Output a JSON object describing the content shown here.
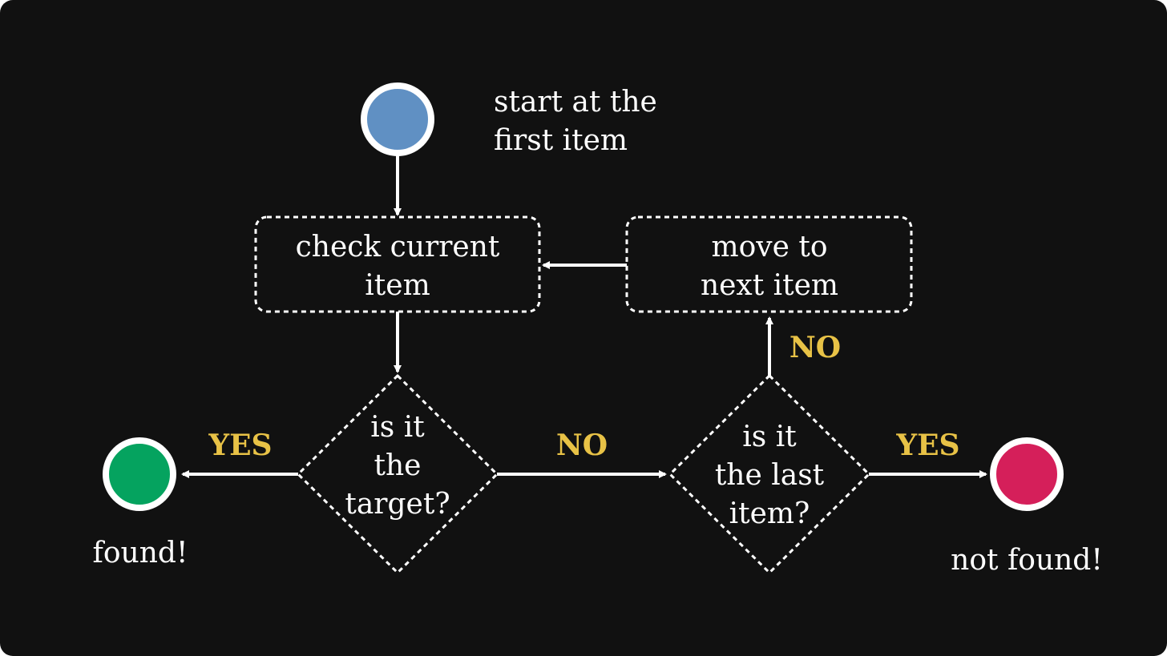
{
  "colors": {
    "background": "#111111",
    "line": "#ffffff",
    "label": "#e8c246",
    "start_node": "#6090c3",
    "found_node": "#05a35f",
    "not_found_node": "#d51f5a"
  },
  "nodes": {
    "start": {
      "text_line1": "start at the",
      "text_line2": "first item"
    },
    "check": {
      "text_line1": "check current",
      "text_line2": "item"
    },
    "move": {
      "text_line1": "move to",
      "text_line2": "next item"
    },
    "is_target": {
      "text_line1": "is it",
      "text_line2": "the",
      "text_line3": "target?"
    },
    "is_last": {
      "text_line1": "is it",
      "text_line2": "the last",
      "text_line3": "item?"
    },
    "found": {
      "text": "found!"
    },
    "not_found": {
      "text": "not found!"
    }
  },
  "edges": {
    "target_yes": "YES",
    "target_no": "NO",
    "last_yes": "YES",
    "last_no": "NO"
  }
}
